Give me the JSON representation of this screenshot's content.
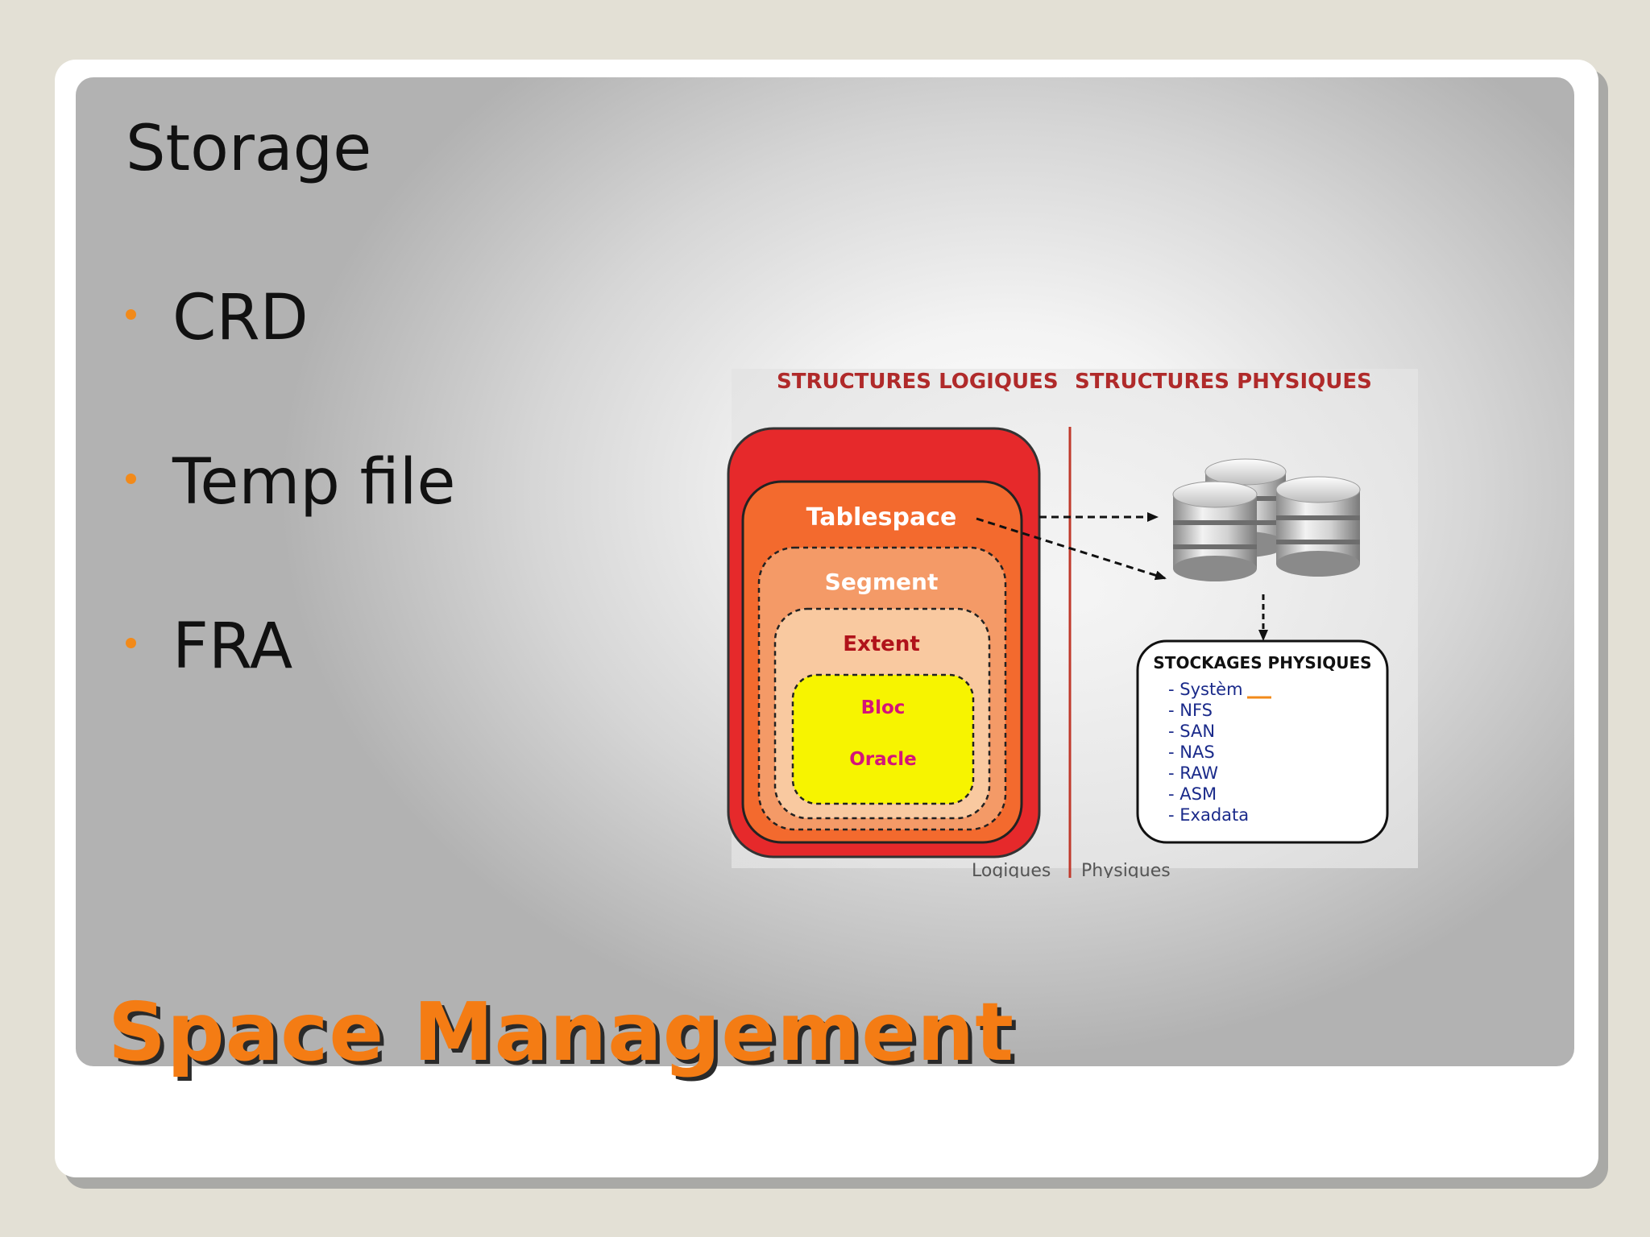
{
  "slide": {
    "heading": "Storage",
    "bullets": [
      "CRD",
      "Temp file",
      "FRA"
    ],
    "title": "Space Management"
  },
  "diagram": {
    "header_left": "STRUCTURES LOGIQUES",
    "header_right": "STRUCTURES PHYSIQUES",
    "levels": [
      "Tablespace",
      "Segment",
      "Extent",
      "Bloc",
      "Oracle"
    ],
    "storage_box": {
      "title": "STOCKAGES PHYSIQUES",
      "items": [
        "- Systèm",
        "- NFS",
        "- SAN",
        "- NAS",
        "- RAW",
        "- ASM",
        "- Exadata"
      ]
    },
    "footer_left": "Logiques",
    "footer_right": "Physiques"
  },
  "colors": {
    "accent": "#f47c14",
    "bullet": "#f28a1a",
    "header_red": "#b02a2a",
    "outer_red": "#e6292b",
    "tablespace_orange": "#f36a2e",
    "segment_orange": "#f49a67",
    "extent_peach": "#f9c9a0",
    "bloc_yellow": "#f7f400"
  }
}
